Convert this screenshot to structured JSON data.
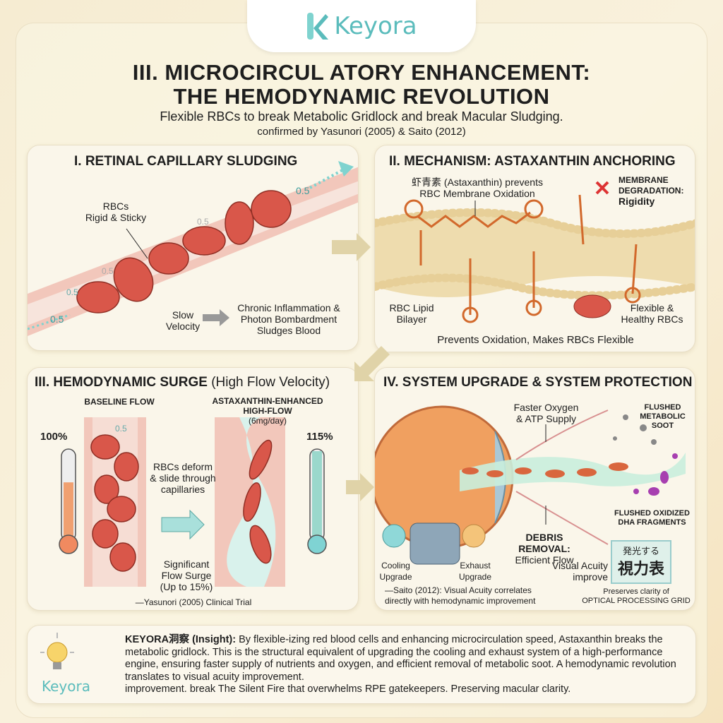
{
  "brand": {
    "name": "Keyora",
    "accent": "#5bbcbc"
  },
  "header": {
    "title_line1": "III. MICROCIRCUL ATORY ENHANCEMENT:",
    "title_line2": "THE HEMODYNAMIC REVOLUTION",
    "subtitle": "Flexible RBCs to break Metabolic Gridlock and break Macular Sludging.",
    "citation": "confirmed by Yasunori (2005) & Saito (2012)"
  },
  "panel1": {
    "title": "I. RETINAL CAPILLARY SLUDGING",
    "rbc_label_1": "RBCs",
    "rbc_label_2": "Rigid & Sticky",
    "flow_values": [
      "0.5",
      "0.5",
      "0.5",
      "0.5",
      "0.5"
    ],
    "slow_1": "Slow",
    "slow_2": "Velocity",
    "cause_1": "Chronic Inflammation &",
    "cause_2": "Photon Bombardment",
    "cause_3": "Sludges Blood"
  },
  "panel2": {
    "title": "II. MECHANISM: ASTAXANTHIN ANCHORING",
    "astax_1": "虾青素 (Astaxanthin) prevents",
    "astax_2": "RBC Membrane Oxidation",
    "degr_1": "MEMBRANE",
    "degr_2": "DEGRADATION:",
    "degr_3": "Rigidity",
    "bilayer_1": "RBC Lipid",
    "bilayer_2": "Bilayer",
    "healthy_1": "Flexible &",
    "healthy_2": "Healthy RBCs",
    "footer": "Prevents Oxidation, Makes RBCs Flexible"
  },
  "panel3": {
    "title_bold": "III. HEMODYNAMIC SURGE",
    "title_rest": "(High Flow Velocity)",
    "baseline": "BASELINE FLOW",
    "enhanced_1": "ASTAXANTHIN-ENHANCED",
    "enhanced_2": "HIGH-FLOW",
    "enhanced_3": "(6mg/day)",
    "baseline_pct": "100%",
    "enhanced_pct": "115%",
    "baseline_level": 1.0,
    "enhanced_level": 1.15,
    "flow_value": "0.5",
    "deform_1": "RBCs deform",
    "deform_2": "& slide through",
    "deform_3": "capillaries",
    "surge_1": "Significant",
    "surge_2": "Flow Surge",
    "surge_3": "(Up to 15%)",
    "citation": "—Yasunori (2005) Clinical Trial"
  },
  "panel4": {
    "title": "IV. SYSTEM UPGRADE & SYSTEM PROTECTION",
    "oxygen_1": "Faster Oxygen",
    "oxygen_2": "& ATP Supply",
    "soot_1": "FLUSHED",
    "soot_2": "METABOLIC",
    "soot_3": "SOOT",
    "dha_1": "FLUSHED OXIDIZED",
    "dha_2": "DHA FRAGMENTS",
    "debris_1": "DEBRIS REMOVAL:",
    "debris_2": "Efficient Flow",
    "cooling_1": "Cooling",
    "cooling_2": "Upgrade",
    "exhaust_1": "Exhaust",
    "exhaust_2": "Upgrade",
    "acuity_1": "Visual Acuity",
    "acuity_2": "improve",
    "chart_1": "発光する",
    "chart_2": "視力表",
    "citation_1": "—Saito (2012): Visual Acuity correlates",
    "citation_2": "directly with hemodynamic improvement",
    "grid_1": "Preserves clarity of",
    "grid_2": "OPTICAL PROCESSING GRID"
  },
  "insight": {
    "label": "KEYORA洞察 (Insight):",
    "text": " By flexible-izing red blood cells and enhancing microcirculation speed, Astaxanthin breaks the metabolic gridlock. This is the structural equivalent of upgrading the cooling and exhaust system of a high-performance engine, ensuring faster supply of nutrients and oxygen, and efficient removal of metabolic soot. A hemodynamic revolution translates to visual acuity improvement.",
    "text2": "improvement. break The Silent Fire that overwhelms RPE gatekeepers. Preserving macular clarity.",
    "brand": "Keyora",
    "icon": "lightbulb-icon"
  }
}
